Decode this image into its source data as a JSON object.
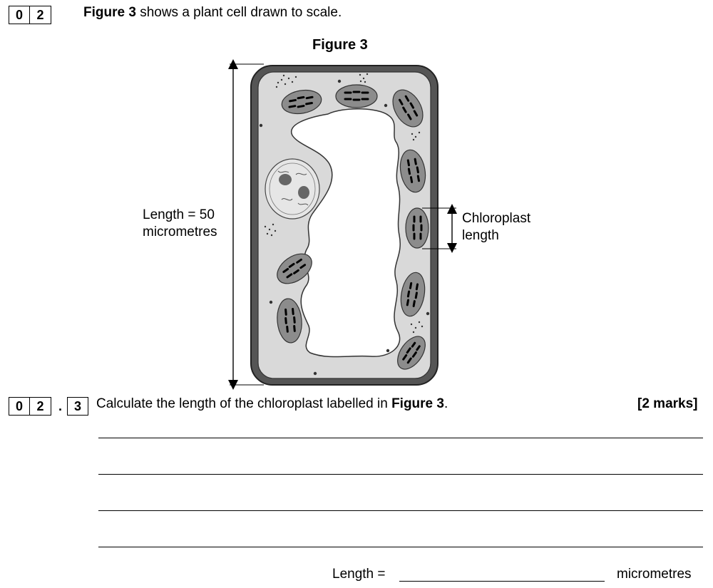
{
  "question": {
    "number_digits": [
      "0",
      "2"
    ],
    "intro_bold": "Figure 3",
    "intro_rest": "shows a plant cell drawn to scale."
  },
  "figure": {
    "title": "Figure 3",
    "length_label_line1": "Length = 50",
    "length_label_line2": "micrometres",
    "chloroplast_label_line1": "Chloroplast",
    "chloroplast_label_line2": "length"
  },
  "subquestion": {
    "number_digits": [
      "0",
      "2"
    ],
    "separator": ".",
    "part": "3",
    "text_before": "Calculate the length of the chloroplast labelled in",
    "text_bold": "Figure 3",
    "text_after": ".",
    "marks": "[2 marks]"
  },
  "answer": {
    "length_label": "Length =",
    "unit": "micrometres"
  }
}
